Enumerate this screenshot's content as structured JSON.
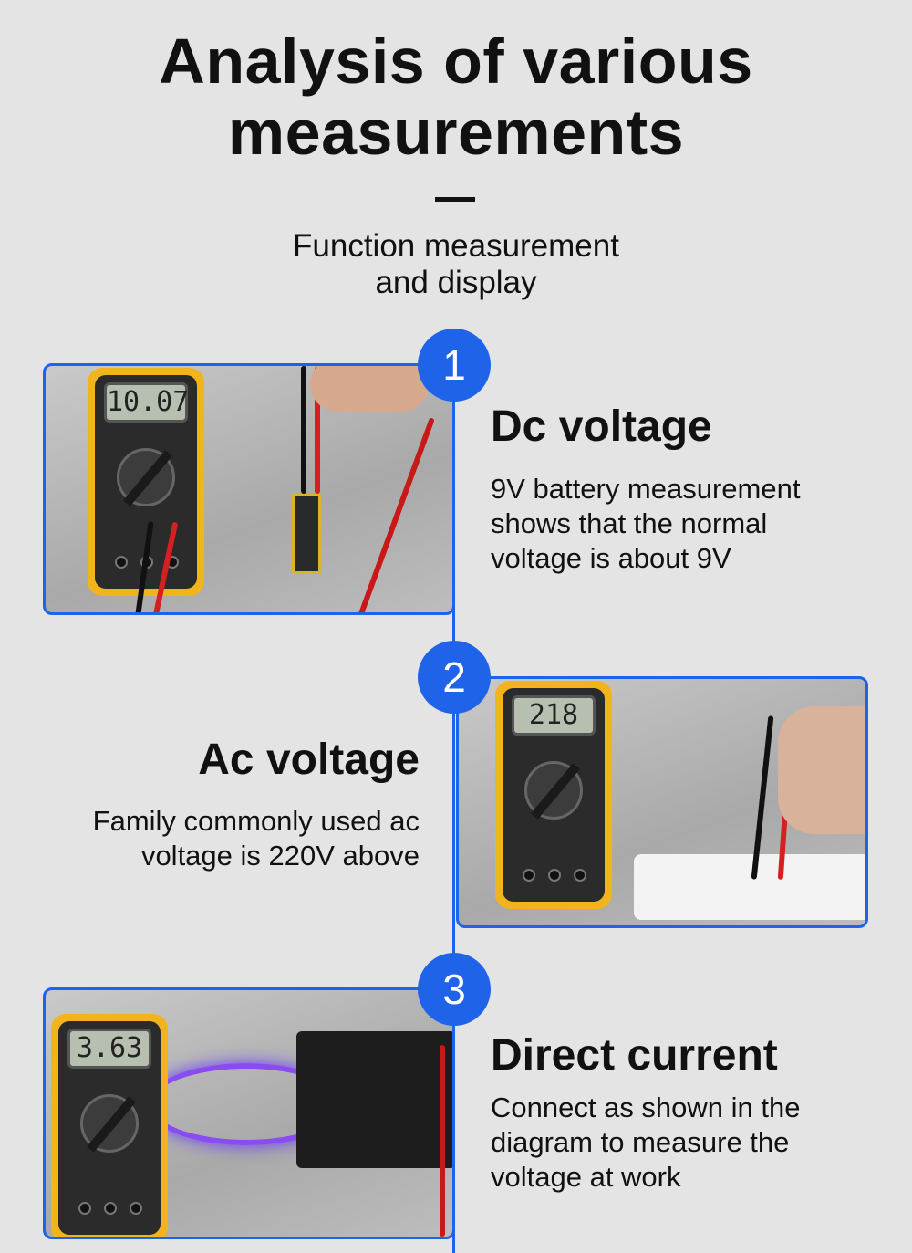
{
  "header": {
    "title_line1": "Analysis of various",
    "title_line2": "measurements",
    "subtitle_line1": "Function measurement",
    "subtitle_line2": "and display"
  },
  "accent_color": "#1e63e8",
  "steps": [
    {
      "number": "1",
      "heading": "Dc voltage",
      "body": [
        "9V battery measurement",
        "shows that the normal",
        "voltage is about 9V"
      ],
      "display_reading": "10.07"
    },
    {
      "number": "2",
      "heading": "Ac voltage",
      "body": [
        "Family commonly used ac",
        "voltage is 220V above"
      ],
      "display_reading": "218"
    },
    {
      "number": "3",
      "heading": "Direct current",
      "body": [
        "Connect as shown in the",
        "diagram to measure the",
        "voltage at work"
      ],
      "display_reading": "3.63"
    }
  ]
}
